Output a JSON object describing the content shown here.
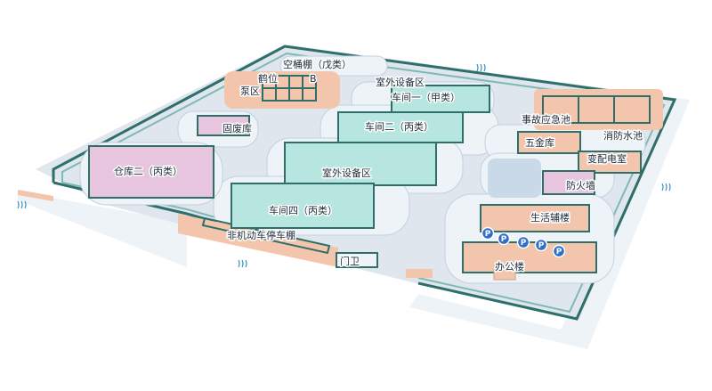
{
  "colors": {
    "ground": "#dfe6ee",
    "road": "#eef3f8",
    "wall": "#2e6f6a",
    "wall_light": "#7fb9b3",
    "building_teal": "#b6e6df",
    "building_pink": "#e8c5df",
    "building_salmon": "#f3c5ad",
    "pad": "#c9d9e7",
    "outline": "#3a6f86",
    "parking": "#2f6fc9",
    "label": "#1d2b3a",
    "water_icon": "#3a8fc4"
  },
  "labels": {
    "empty_barrel_shed": "空桶棚（戊类）",
    "crane_position": "鹤位",
    "letter_b": "B",
    "pump_area": "泵区",
    "outdoor_equipment_top": "室外设备区",
    "workshop_1": "车间一（甲类）",
    "solid_waste_store": "固废库",
    "workshop_2": "车间二（丙类）",
    "warehouse_2": "仓库二（丙类）",
    "outdoor_equipment_mid": "室外设备区",
    "workshop_4": "车间四（丙类）",
    "bicycle_shed": "非机动车停车棚",
    "gatehouse": "门卫",
    "accident_pool": "事故应急池",
    "fire_pool": "消防水池",
    "hardware_store": "五金库",
    "substation": "变配电室",
    "firewall": "防火墙",
    "living_building": "生活辅楼",
    "office_building": "办公楼"
  },
  "parking": {
    "icon": "parking-icon",
    "letter": "P",
    "count": 5
  },
  "water_icons": {
    "icon": "water-ripple-icon",
    "count": 4
  }
}
